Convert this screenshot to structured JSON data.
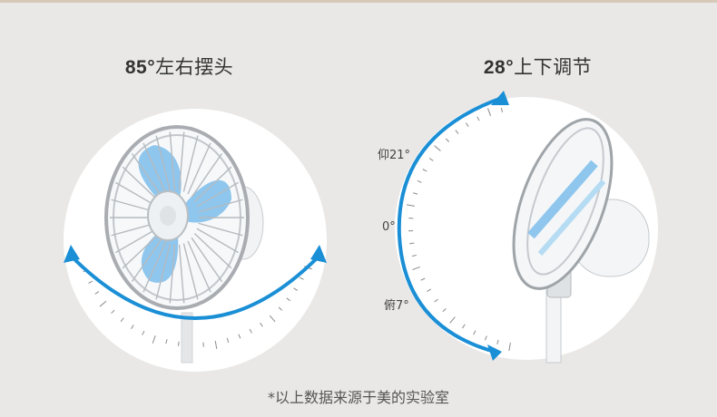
{
  "left": {
    "title_number": "85°",
    "title_text": "左右摆头",
    "feature_icon": "fan-oscillation-icon"
  },
  "right": {
    "title_number": "28°",
    "title_text": "上下调节",
    "angle_labels": {
      "up": "仰21°",
      "zero": "0°",
      "down": "俯7°"
    },
    "feature_icon": "fan-tilt-icon"
  },
  "footnote": "*以上数据来源于美的实验室",
  "colors": {
    "arrow": "#1a8fd6",
    "blade": "#8ec6ee",
    "background": "#e9e8e6"
  }
}
